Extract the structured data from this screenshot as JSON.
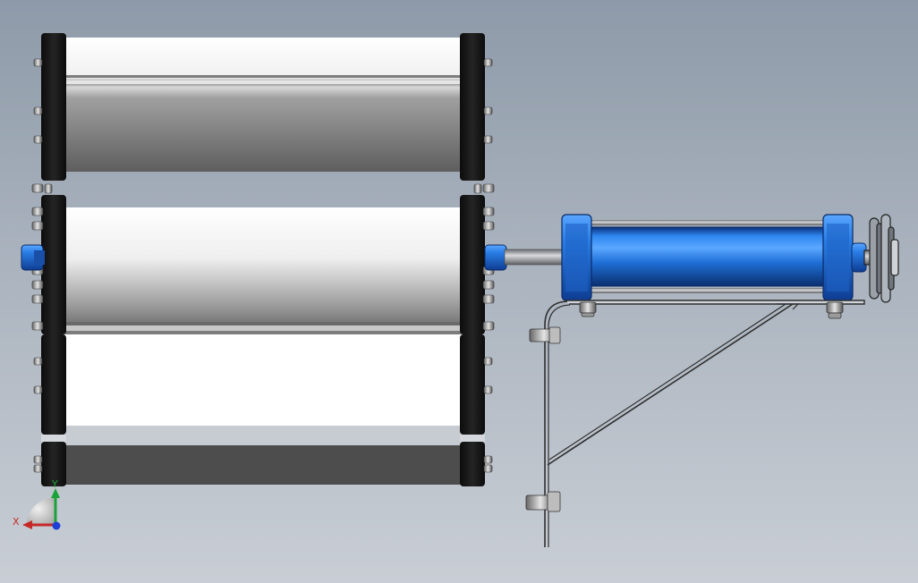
{
  "view": {
    "type": "cad-3d-viewport",
    "background_top": "#8e9aa9",
    "background_bottom": "#c9ced5"
  },
  "model": {
    "components": [
      "roller-frame-assembly",
      "top-roller",
      "middle-roller",
      "bottom-roller",
      "shaft",
      "hydraulic-cylinder",
      "v-belt-pulley",
      "support-bracket",
      "bolts"
    ],
    "colors": {
      "cylinder_blue": "#1f74d8",
      "frame_black": "#141414",
      "roller_white": "#f4f4f4",
      "roller_gray": "#6e6e6e",
      "bracket": "#3a3a3a",
      "shaft": "#a7aaae"
    }
  },
  "triad": {
    "x_label": "X",
    "y_label": "Y",
    "x_color": "#c62828",
    "y_color": "#1aa33a",
    "z_color": "#1e3ed8"
  }
}
